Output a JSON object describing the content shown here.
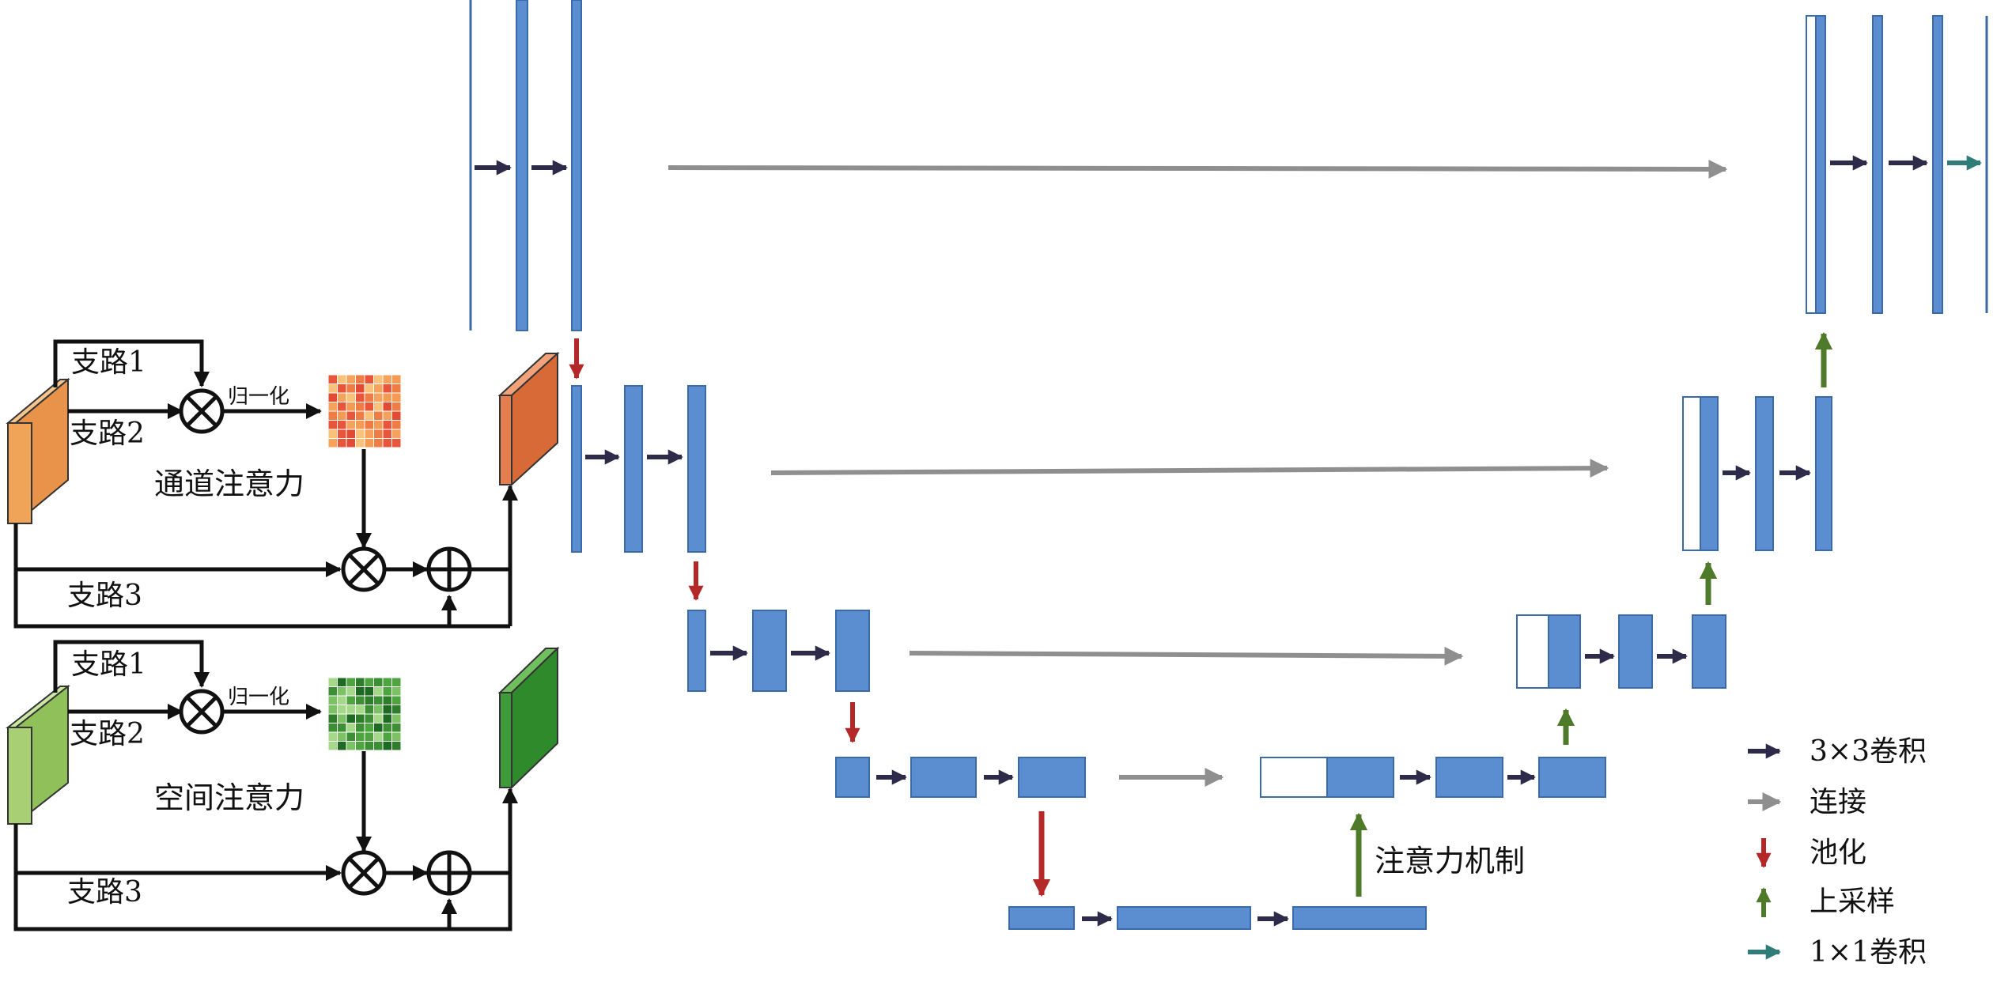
{
  "colors": {
    "block_blue": "#5b8ed0",
    "block_stroke": "#3c6aa8",
    "conv_arrow": "#2d2a4a",
    "concat_arrow": "#8f8f8f",
    "pool_arrow": "#b42828",
    "upsample_arrow": "#4e7a2a",
    "conv1x1_arrow": "#2f7c78",
    "orange_block": "#f0a458",
    "orange_block_dark": "#e07c48",
    "light_green_block": "#a8cf74",
    "dark_green_block": "#3f9b3a",
    "line_black": "#111111"
  },
  "attention_channel": {
    "branch1": "支路1",
    "branch2": "支路2",
    "branch3": "支路3",
    "normalize": "归一化",
    "title": "通道注意力"
  },
  "attention_spatial": {
    "branch1": "支路1",
    "branch2": "支路2",
    "branch3": "支路3",
    "normalize": "归一化",
    "title": "空间注意力"
  },
  "unet": {
    "attention_label": "注意力机制"
  },
  "legend": {
    "items": [
      {
        "label": "3×3卷积",
        "arrow": "conv"
      },
      {
        "label": "连接",
        "arrow": "concat"
      },
      {
        "label": "池化",
        "arrow": "pool"
      },
      {
        "label": "上采样",
        "arrow": "upsample"
      },
      {
        "label": "1×1卷积",
        "arrow": "conv1x1"
      }
    ]
  }
}
